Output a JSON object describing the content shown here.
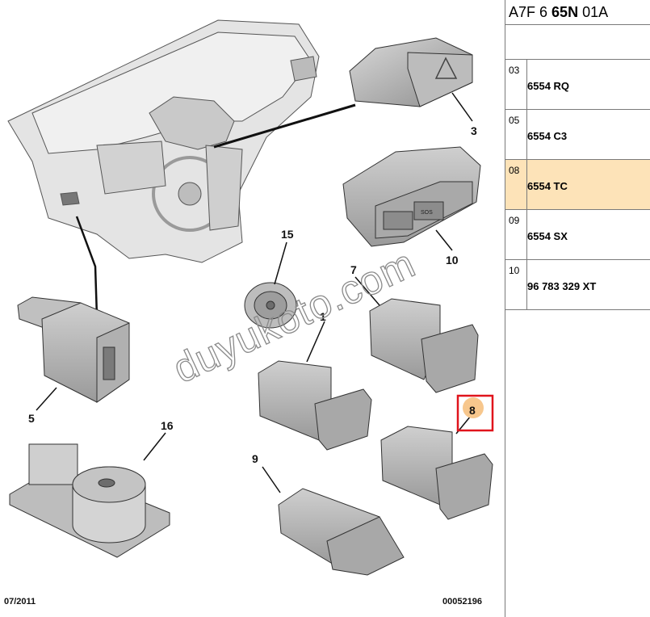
{
  "catalog": {
    "code_pre": "A7F 6",
    "code_bold": "65N",
    "code_post": "01A"
  },
  "parts": [
    {
      "number": "03",
      "reference": "6554 RQ",
      "selected": false
    },
    {
      "number": "05",
      "reference": "6554 C3",
      "selected": false
    },
    {
      "number": "08",
      "reference": "6554 TC",
      "selected": true
    },
    {
      "number": "09",
      "reference": "6554 SX",
      "selected": false
    },
    {
      "number": "10",
      "reference": "96 783 329 XT",
      "selected": false
    }
  ],
  "callouts": {
    "c1": "1",
    "c3": "3",
    "c5": "5",
    "c7": "7",
    "c8": "8",
    "c9": "9",
    "c10": "10",
    "c15": "15",
    "c16": "16"
  },
  "switch_labels": {
    "sos": "SOS"
  },
  "footer": {
    "date": "07/2011",
    "drawing_no": "00052196"
  },
  "watermark": "duyukoto.com",
  "colors": {
    "highlight_box": "#e0141c",
    "selected_row": "#fde3b8",
    "callout_marker": "#f7c78d"
  }
}
